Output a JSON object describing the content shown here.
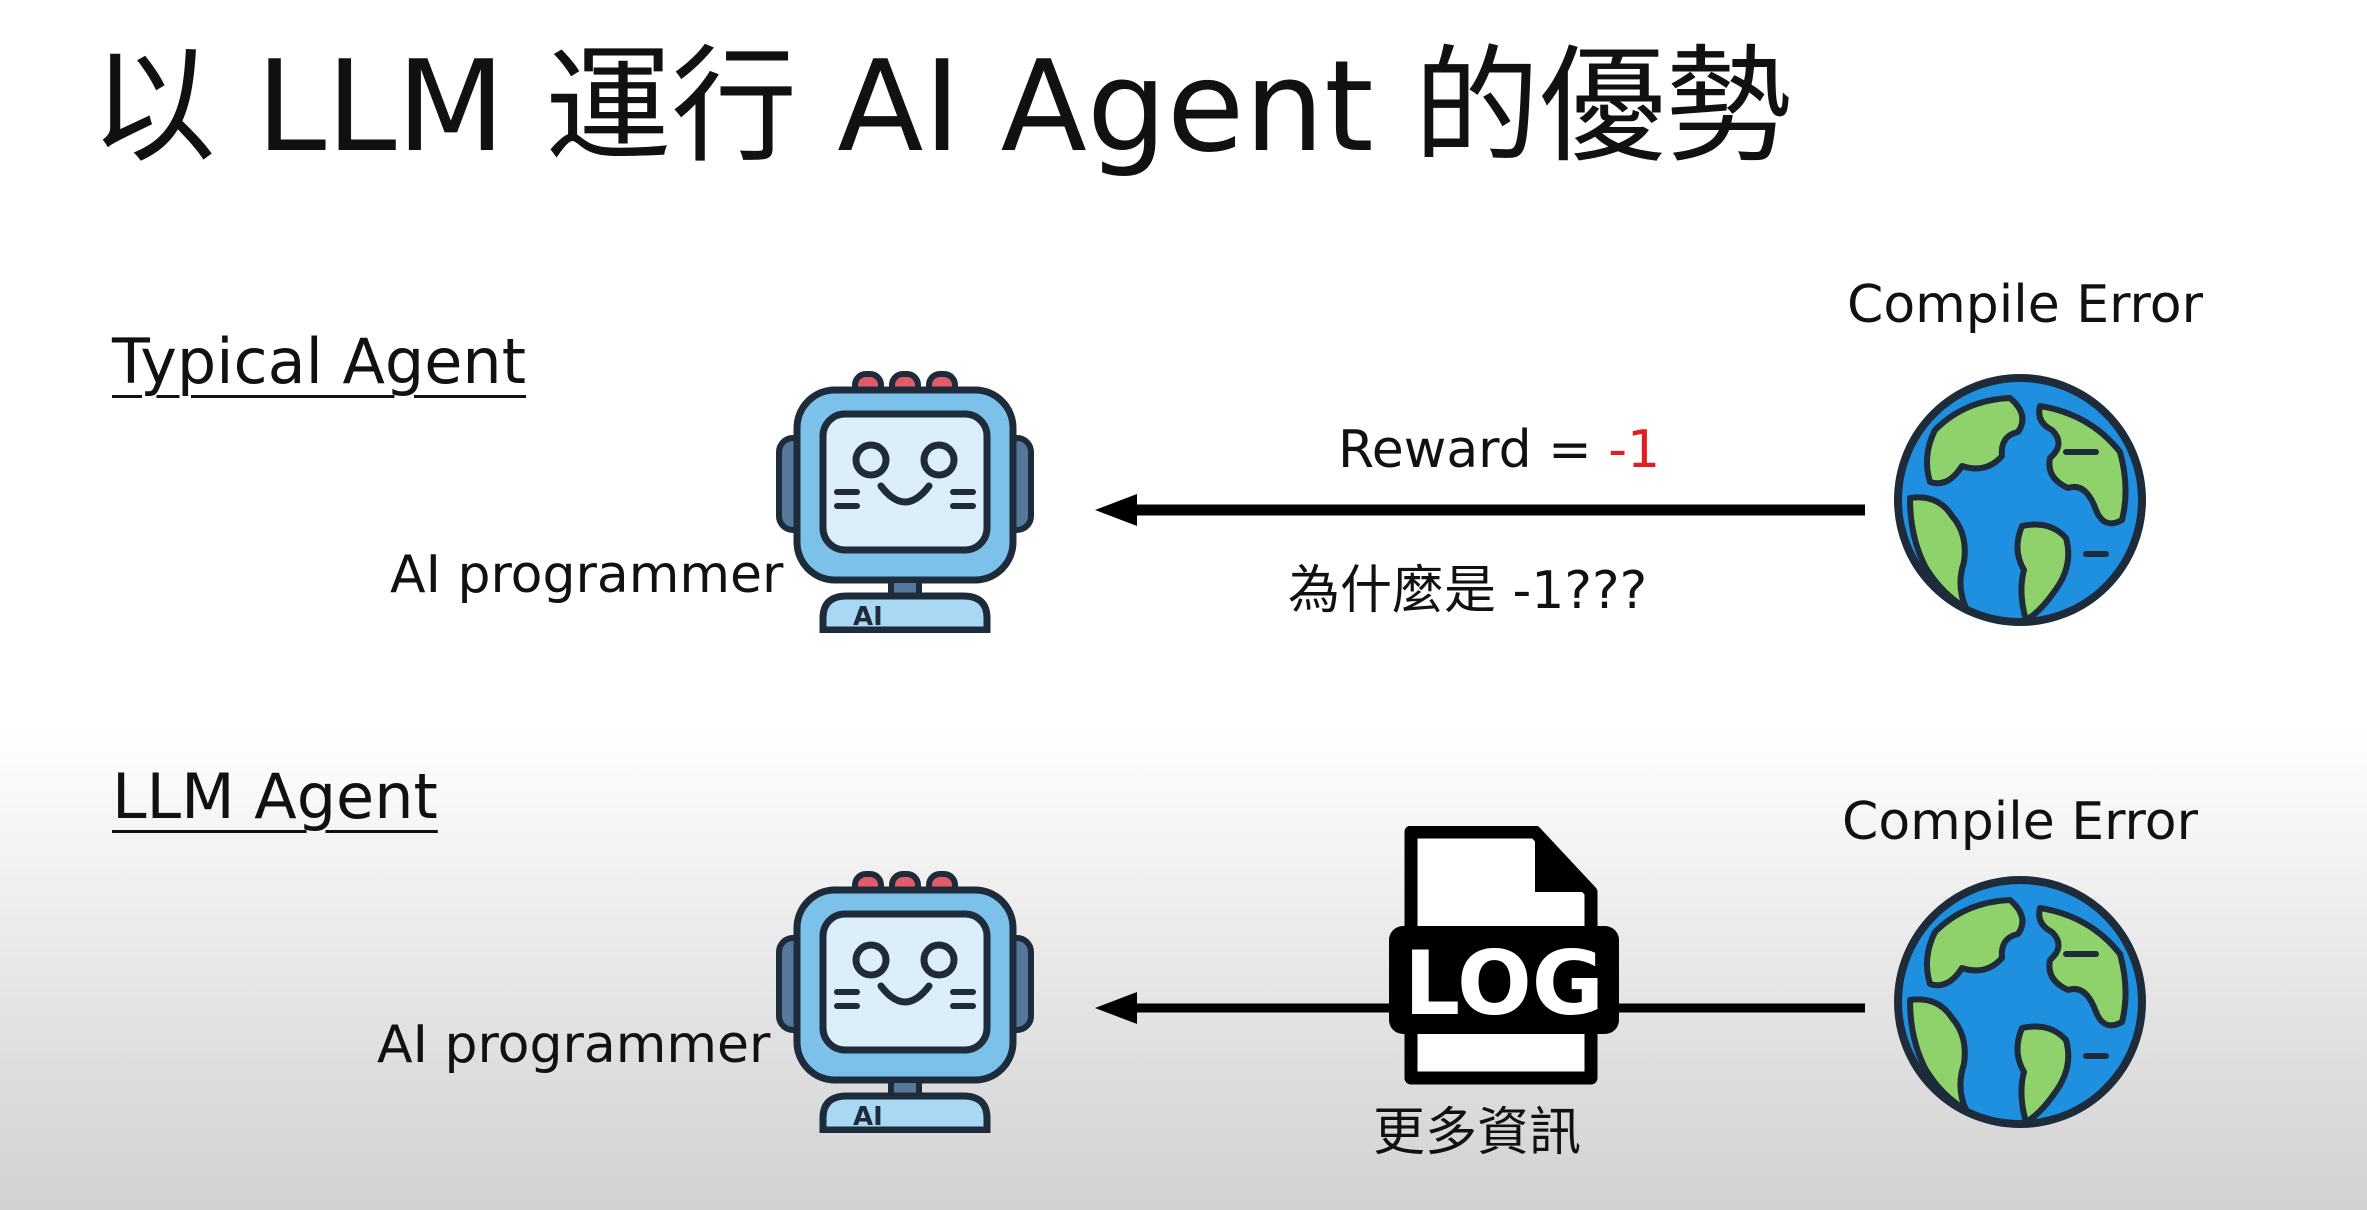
{
  "slide": {
    "title": "以 LLM 運行 AI Agent 的優勢"
  },
  "typical": {
    "section_label": "Typical Agent",
    "agent_label": "AI programmer",
    "environment_label": "Compile Error",
    "reward_prefix": "Reward = ",
    "reward_value": "-1",
    "question_text": "為什麼是 -1???"
  },
  "llm": {
    "section_label": "LLM Agent",
    "agent_label": "AI programmer",
    "environment_label": "Compile Error",
    "log_icon_text": "LOG",
    "info_text": "更多資訊"
  },
  "robot_badge_text": "AI",
  "colors": {
    "reward_negative": "#e02020",
    "robot_screen_frame": "#7cc1ea",
    "robot_head_light": "#e25b6a",
    "globe_ocean": "#1f8fe0",
    "globe_land": "#8fd16a"
  },
  "icons": {
    "robot": "robot-icon",
    "globe": "globe-icon",
    "log": "log-file-icon",
    "arrow": "arrow-left"
  }
}
